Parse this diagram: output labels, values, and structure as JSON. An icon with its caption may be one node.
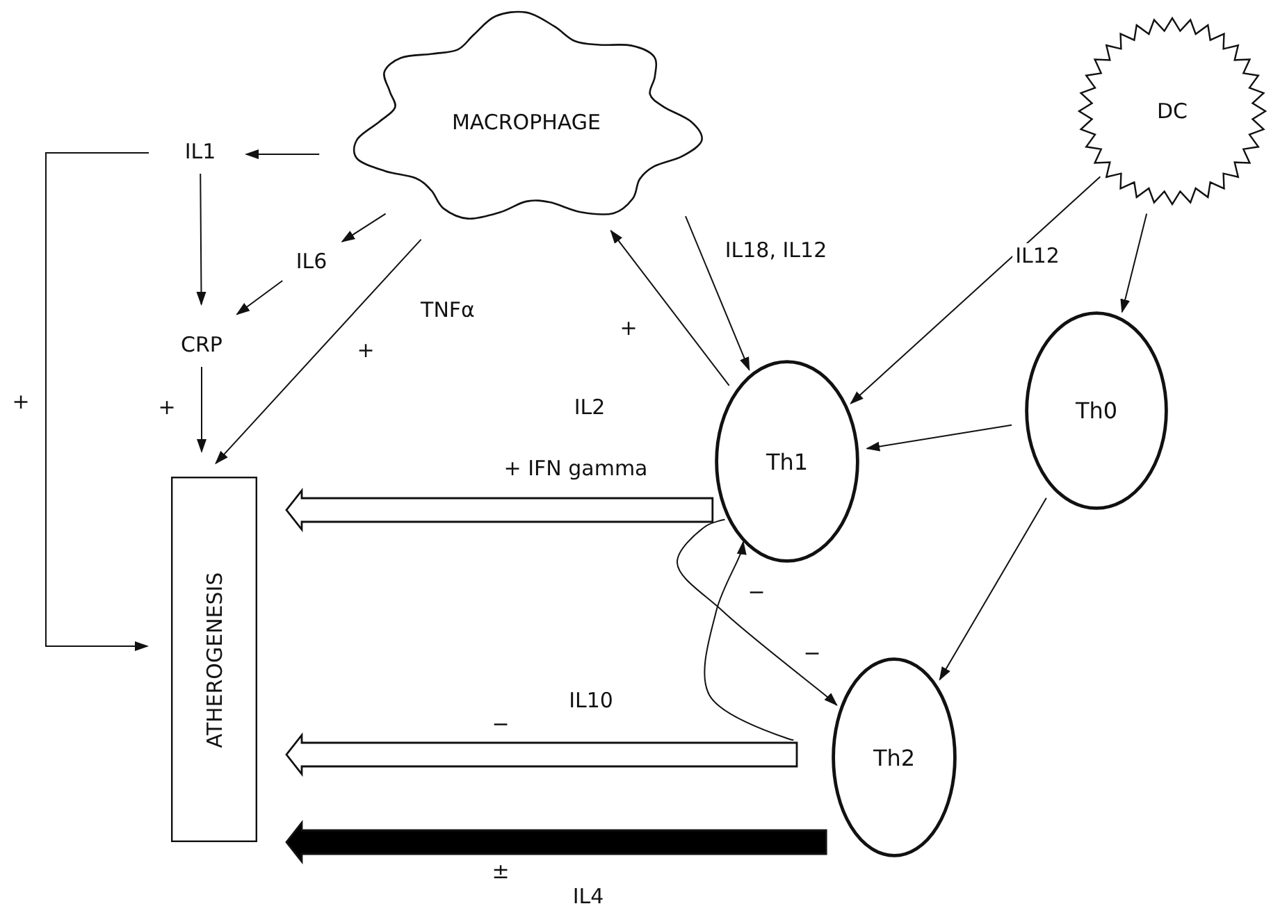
{
  "diagram": {
    "nodes": [
      {
        "text": [
          "MACROPHAGE"
        ]
      },
      {
        "text": [
          "DC"
        ]
      },
      {
        "text": [
          "IL1"
        ]
      },
      {
        "text": [
          "IL6"
        ]
      },
      {
        "text": [
          "CRP"
        ]
      },
      {
        "text": [
          "Th1"
        ]
      },
      {
        "text": [
          "Th0"
        ]
      },
      {
        "text": [
          "ATHEROGENESIS"
        ]
      },
      {
        "text": [
          "Th2"
        ]
      }
    ],
    "edges": [
      {
        "from": 0,
        "to": 2,
        "arrow": "to"
      },
      {
        "from": 0,
        "to": 3,
        "arrow": "to"
      },
      {
        "from": 2,
        "to": 4,
        "arrow": "to"
      },
      {
        "from": 3,
        "to": 4,
        "arrow": "to"
      },
      {
        "from": 4,
        "to": 7,
        "arrow": "to"
      },
      {
        "from": 0,
        "to": 7,
        "arrow": "to",
        "label": "TNFα"
      },
      {
        "from": 2,
        "to": 7,
        "arrow": "to"
      },
      {
        "from": 5,
        "to": 0,
        "arrow": "to"
      },
      {
        "from": 0,
        "to": 5,
        "arrow": "to",
        "label": "IL18, IL12"
      },
      {
        "from": 1,
        "to": 5,
        "arrow": "to",
        "label": "IL12"
      },
      {
        "from": 1,
        "to": 6,
        "arrow": "to"
      },
      {
        "from": 6,
        "to": 5,
        "arrow": "to"
      },
      {
        "from": 6,
        "to": 8,
        "arrow": "to"
      },
      {
        "from": 5,
        "to": 7,
        "arrow": "to",
        "style": "thick"
      },
      {
        "from": 8,
        "to": 7,
        "arrow": "to",
        "style": "thick"
      },
      {
        "from": 8,
        "to": 7,
        "arrow": "to",
        "style": "thick",
        "color": "#000000"
      },
      {
        "from": 5,
        "to": 8,
        "arrow": "to"
      },
      {
        "from": 8,
        "to": 5,
        "arrow": "to"
      }
    ],
    "labels": [
      "+",
      "+",
      "+",
      "+",
      "IL2",
      "+ IFN gamma",
      "−",
      "−",
      "IL10",
      "−",
      "±",
      "IL4"
    ]
  }
}
